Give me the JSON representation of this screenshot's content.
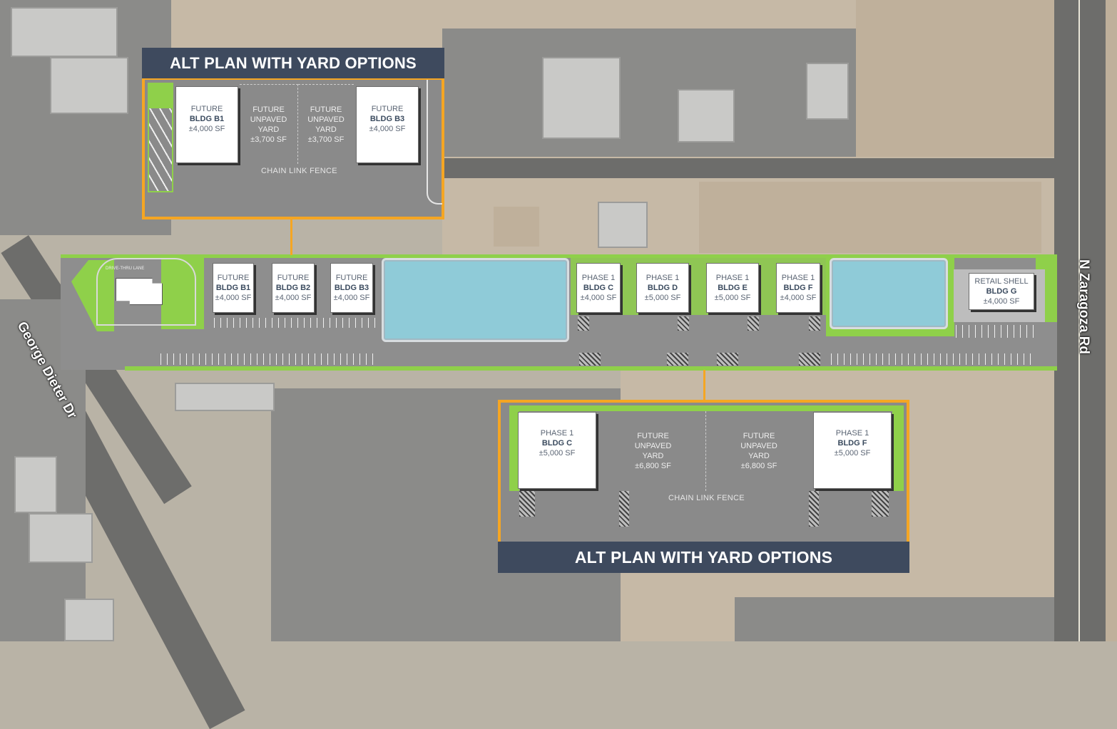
{
  "colors": {
    "accent_border": "#f5a623",
    "title_bar": "#3e4a5e",
    "landscape": "#8fd04a",
    "pond": "#8fcbd8",
    "pavement": "#8e8e8e"
  },
  "roads": {
    "west": "George Dieter Dr",
    "east": "N Zaragoza Rd"
  },
  "site": {
    "drive_thru_label": "DRIVE-THRU LANE",
    "buildings": [
      {
        "phase": "FUTURE",
        "name": "BLDG B1",
        "area": "±4,000 SF"
      },
      {
        "phase": "FUTURE",
        "name": "BLDG B2",
        "area": "±4,000 SF"
      },
      {
        "phase": "FUTURE",
        "name": "BLDG B3",
        "area": "±4,000 SF"
      },
      {
        "phase": "PHASE 1",
        "name": "BLDG C",
        "area": "±4,000 SF"
      },
      {
        "phase": "PHASE 1",
        "name": "BLDG D",
        "area": "±5,000 SF"
      },
      {
        "phase": "PHASE 1",
        "name": "BLDG E",
        "area": "±5,000 SF"
      },
      {
        "phase": "PHASE 1",
        "name": "BLDG F",
        "area": "±4,000 SF"
      },
      {
        "phase": "RETAIL SHELL",
        "name": "BLDG G",
        "area": "±4,000 SF"
      }
    ]
  },
  "inset_top": {
    "title": "ALT PLAN WITH YARD OPTIONS",
    "bldg_left": {
      "phase": "FUTURE",
      "name": "BLDG B1",
      "area": "±4,000 SF"
    },
    "yard_1": {
      "line1": "FUTURE",
      "line2": "UNPAVED",
      "line3": "YARD",
      "area": "±3,700 SF"
    },
    "yard_2": {
      "line1": "FUTURE",
      "line2": "UNPAVED",
      "line3": "YARD",
      "area": "±3,700 SF"
    },
    "bldg_right": {
      "phase": "FUTURE",
      "name": "BLDG B3",
      "area": "±4,000 SF"
    },
    "fence": "CHAIN LINK FENCE"
  },
  "inset_bottom": {
    "title": "ALT PLAN WITH YARD OPTIONS",
    "bldg_left": {
      "phase": "PHASE 1",
      "name": "BLDG C",
      "area": "±5,000 SF"
    },
    "yard_1": {
      "line1": "FUTURE",
      "line2": "UNPAVED",
      "line3": "YARD",
      "area": "±6,800 SF"
    },
    "yard_2": {
      "line1": "FUTURE",
      "line2": "UNPAVED",
      "line3": "YARD",
      "area": "±6,800 SF"
    },
    "bldg_right": {
      "phase": "PHASE 1",
      "name": "BLDG F",
      "area": "±5,000 SF"
    },
    "fence": "CHAIN LINK FENCE"
  }
}
